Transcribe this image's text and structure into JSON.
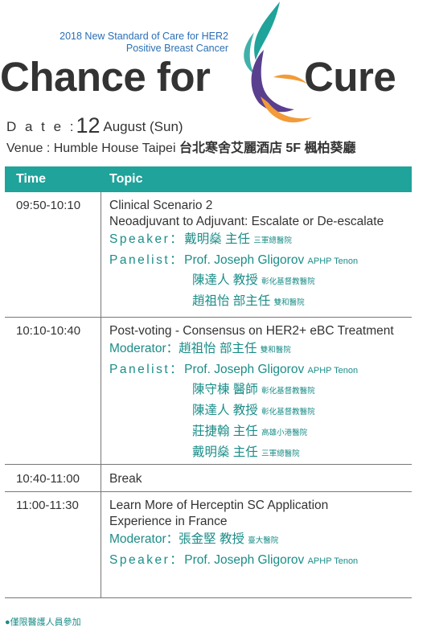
{
  "header": {
    "subtitle_line1": "2018 New Standard of Care for HER2",
    "subtitle_line2": "Positive Breast Cancer",
    "title_left": "Chance for",
    "title_right": "Cure",
    "date_label": "D a t e :",
    "date_day": "12",
    "date_rest": " August  (Sun)",
    "venue_label": "Venue : Humble House Taipei ",
    "venue_cn": "台北寒舍艾麗酒店  5F 楓柏葵廳",
    "logo_colors": [
      "#1fa39b",
      "#5a3f8f",
      "#f29b38"
    ]
  },
  "table": {
    "col_time": "Time",
    "col_topic": "Topic",
    "header_color": "#1fa39b",
    "rows": [
      {
        "time": "09:50-10:10",
        "topic1": "Clinical Scenario 2",
        "topic2": "Neoadjuvant to Adjuvant: Escalate or De-escalate",
        "speaker_label": "Speaker：",
        "speaker_name": "戴明燊  主任",
        "speaker_aff": "三軍總醫院",
        "panelist_label": "Panelist：",
        "p1_name": "Prof. Joseph Gligorov",
        "p1_aff": "APHP Tenon",
        "p2_name": "陳達人  教授",
        "p2_aff": "彰化基督教醫院",
        "p3_name": "趙祖怡  部主任",
        "p3_aff": "雙和醫院"
      },
      {
        "time": "10:10-10:40",
        "topic1": "Post-voting - Consensus on HER2+ eBC Treatment",
        "moderator_label": "Moderator：",
        "moderator_name": "趙祖怡  部主任",
        "moderator_aff": "雙和醫院",
        "panelist_label": "Panelist：",
        "p1_name": "Prof. Joseph Gligorov",
        "p1_aff": "APHP Tenon",
        "p2_name": "陳守棟  醫師",
        "p2_aff": "彰化基督教醫院",
        "p3_name": "陳達人  教授",
        "p3_aff": "彰化基督教醫院",
        "p4_name": "莊捷翰  主任",
        "p4_aff": "高雄小港醫院",
        "p5_name": "戴明燊  主任",
        "p5_aff": "三軍總醫院"
      },
      {
        "time": "10:40-11:00",
        "topic1": "Break"
      },
      {
        "time": "11:00-11:30",
        "topic1": "Learn More of Herceptin SC Application",
        "topic2": "Experience in France",
        "moderator_label": "Moderator：",
        "moderator_name": "張金堅  教授",
        "moderator_aff": "臺大醫院",
        "speaker_label": "Speaker：",
        "speaker_name": "Prof. Joseph Gligorov",
        "speaker_aff": "APHP Tenon"
      }
    ]
  },
  "footer": {
    "bullet": "●",
    "note": "僅限醫護人員參加"
  }
}
